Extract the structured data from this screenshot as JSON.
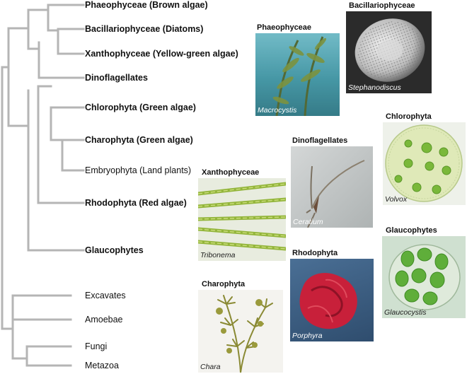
{
  "tree": {
    "taxa": [
      {
        "label": "Phaeophyceae (Brown algae)",
        "bold": true
      },
      {
        "label": "Bacillariophyceae (Diatoms)",
        "bold": true
      },
      {
        "label": "Xanthophyceae (Yellow-green algae)",
        "bold": true
      },
      {
        "label": "Dinoflagellates",
        "bold": true
      },
      {
        "label": "Chlorophyta (Green algae)",
        "bold": true
      },
      {
        "label": "Charophyta (Green algae)",
        "bold": true
      },
      {
        "label": "Embryophyta (Land plants)",
        "bold": false
      },
      {
        "label": "Rhodophyta (Red algae)",
        "bold": true
      },
      {
        "label": "Glaucophytes",
        "bold": true
      },
      {
        "label": "Excavates",
        "bold": false
      },
      {
        "label": "Amoebae",
        "bold": false
      },
      {
        "label": "Fungi",
        "bold": false
      },
      {
        "label": "Metazoa",
        "bold": false
      }
    ],
    "branch_color": "#b5b5b5"
  },
  "photos": [
    {
      "title": "Phaeophyceae",
      "caption": "Macrocystis",
      "theme": "kelp"
    },
    {
      "title": "Bacillariophyceae",
      "caption": "Stephanodiscus",
      "theme": "diatom"
    },
    {
      "title": "Chlorophyta",
      "caption": "Volvox",
      "theme": "volvox"
    },
    {
      "title": "Dinoflagellates",
      "caption": "Ceratium",
      "theme": "ceratium"
    },
    {
      "title": "Xanthophyceae",
      "caption": "Tribonema",
      "theme": "tribonema"
    },
    {
      "title": "Glaucophytes",
      "caption": "Glaucocystis",
      "theme": "glaucocystis"
    },
    {
      "title": "Rhodophyta",
      "caption": "Porphyra",
      "theme": "porphyra"
    },
    {
      "title": "Charophyta",
      "caption": "Chara",
      "theme": "chara"
    }
  ]
}
